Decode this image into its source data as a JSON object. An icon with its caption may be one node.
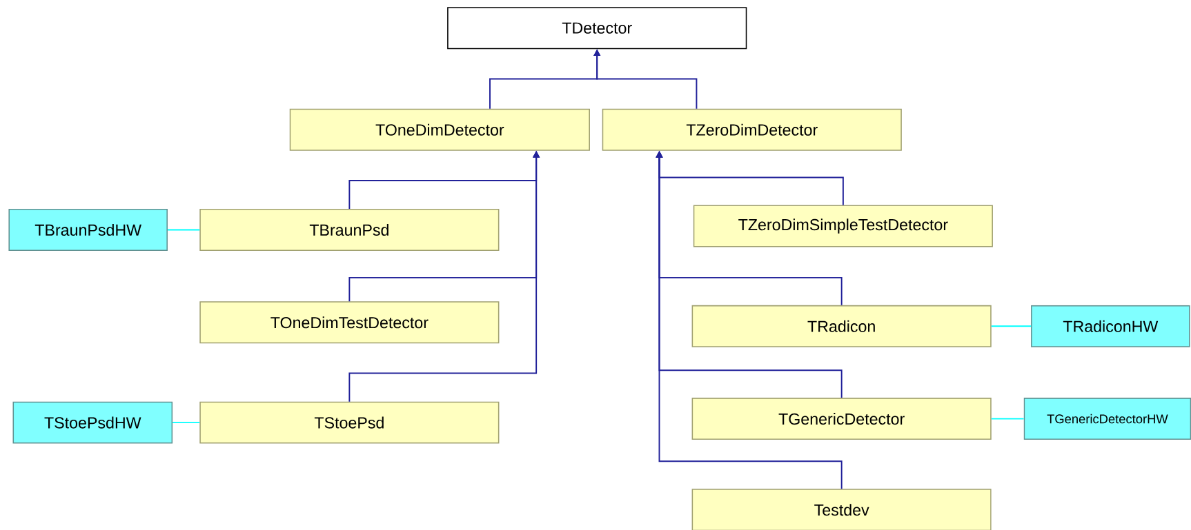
{
  "diagram": {
    "nodes": [
      {
        "text": [
          "TDetector"
        ]
      },
      {
        "text": [
          "TOneDimDetector"
        ]
      },
      {
        "text": [
          "TZeroDimDetector"
        ]
      },
      {
        "text": [
          "TBraunPsdHW"
        ]
      },
      {
        "text": [
          "TBraunPsd"
        ]
      },
      {
        "text": [
          "TZeroDimSimpleTestDetector"
        ]
      },
      {
        "text": [
          "TOneDimTestDetector"
        ]
      },
      {
        "text": [
          "TRadicon"
        ]
      },
      {
        "text": [
          "TRadiconHW"
        ]
      },
      {
        "text": [
          "TStoePsdHW"
        ]
      },
      {
        "text": [
          "TStoePsd"
        ]
      },
      {
        "text": [
          "TGenericDetector"
        ]
      },
      {
        "text": [
          "TGenericDetectorHW"
        ]
      },
      {
        "text": [
          "Testdev"
        ]
      }
    ],
    "edges": [
      {
        "from": 1,
        "to": 0,
        "arrow": "to"
      },
      {
        "from": 2,
        "to": 0,
        "arrow": "to"
      },
      {
        "from": 4,
        "to": 1,
        "arrow": "to"
      },
      {
        "from": 6,
        "to": 1,
        "arrow": "to"
      },
      {
        "from": 10,
        "to": 1,
        "arrow": "to"
      },
      {
        "from": 5,
        "to": 2,
        "arrow": "to"
      },
      {
        "from": 7,
        "to": 2,
        "arrow": "to"
      },
      {
        "from": 11,
        "to": 2,
        "arrow": "to"
      },
      {
        "from": 13,
        "to": 2,
        "arrow": "to"
      },
      {
        "from": 3,
        "to": 4,
        "arrow": "none",
        "color": "#00ffff"
      },
      {
        "from": 8,
        "to": 7,
        "arrow": "none",
        "color": "#00ffff"
      },
      {
        "from": 9,
        "to": 10,
        "arrow": "none",
        "color": "#00ffff"
      },
      {
        "from": 12,
        "to": 11,
        "arrow": "none",
        "color": "#00ffff"
      }
    ]
  }
}
